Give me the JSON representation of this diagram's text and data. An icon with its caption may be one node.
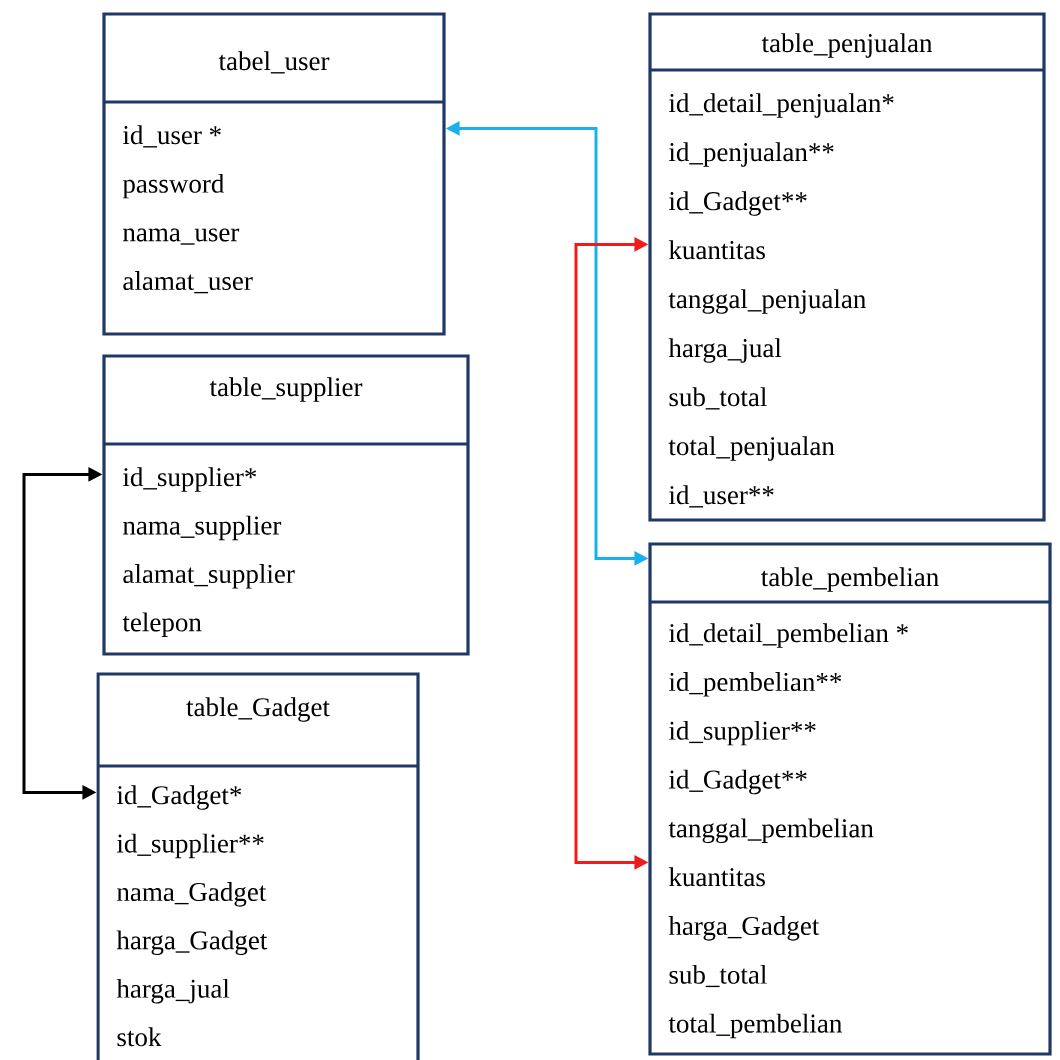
{
  "diagram": {
    "nodes": [
      {
        "text": [
          "tabel_user",
          "id_user *",
          "password",
          "nama_user",
          "alamat_user"
        ]
      },
      {
        "text": [
          "table_supplier",
          "id_supplier*",
          "nama_supplier",
          "alamat_supplier",
          "telepon"
        ]
      },
      {
        "text": [
          "table_Gadget",
          "id_Gadget*",
          "id_supplier**",
          "nama_Gadget",
          "harga_Gadget",
          "harga_jual",
          "stok"
        ]
      },
      {
        "text": [
          "table_penjualan",
          "id_detail_penjualan*",
          "id_penjualan**",
          "id_Gadget**",
          "kuantitas",
          "tanggal_penjualan",
          "harga_jual",
          "sub_total",
          "total_penjualan",
          "id_user**"
        ]
      },
      {
        "text": [
          "table_pembelian",
          "id_detail_pembelian *",
          "id_pembelian**",
          "id_supplier**",
          "id_Gadget**",
          "tanggal_pembelian",
          "kuantitas",
          "harga_Gadget",
          "sub_total",
          "total_pembelian"
        ]
      }
    ],
    "edges": [
      {
        "from": 0,
        "to": 4,
        "arrow": "both",
        "color": "#1ab0ee"
      },
      {
        "from": 3,
        "to": 4,
        "arrow": "both",
        "color": "#ee1c1c"
      },
      {
        "from": 1,
        "to": 2,
        "arrow": "both",
        "color": "#000000"
      }
    ]
  }
}
